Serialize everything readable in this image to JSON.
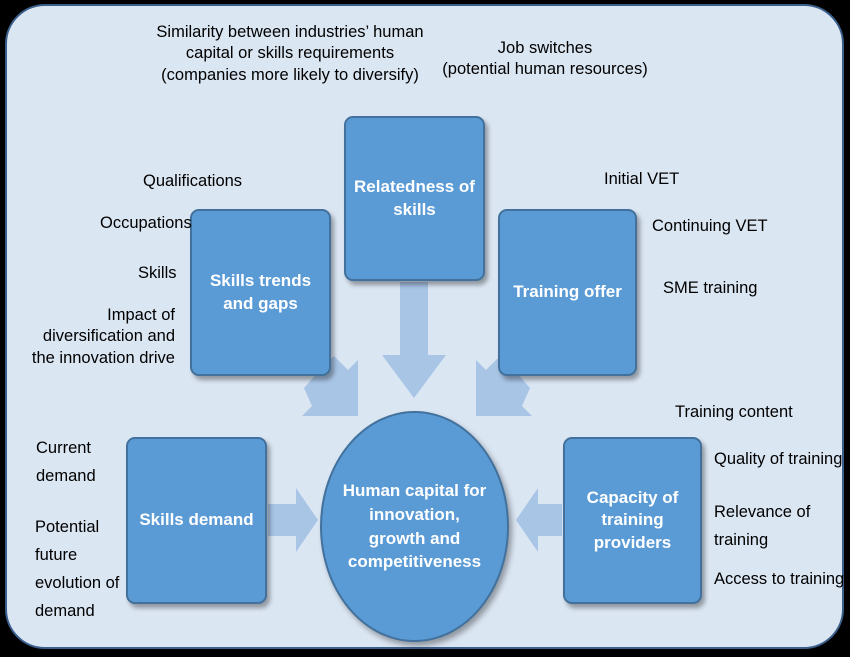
{
  "center": "Human capital for innovation, growth and competitiveness",
  "boxes": {
    "relatedness": "Relatedness of skills",
    "skills_trends": "Skills trends and gaps",
    "training_offer": "Training offer",
    "skills_demand": "Skills demand",
    "capacity": "Capacity of training providers"
  },
  "labels": {
    "similarity": [
      "Similarity between industries’ human",
      "capital or skills requirements",
      "(companies more likely to diversify)"
    ],
    "job_switches": [
      "Job switches",
      "(potential human resources)"
    ],
    "qualifications": "Qualifications",
    "occupations": "Occupations",
    "skills": "Skills",
    "impact": [
      "Impact of",
      "diversification and",
      "the innovation  drive"
    ],
    "initial_vet": "Initial VET",
    "continuing_vet": "Continuing VET",
    "sme_training": "SME training",
    "current_demand": [
      "Current",
      "demand"
    ],
    "potential_future": [
      "Potential",
      "future",
      "evolution of",
      "demand"
    ],
    "training_content": "Training content",
    "quality": "Quality of training",
    "relevance": [
      "Relevance of",
      "training"
    ],
    "access": "Access to training"
  },
  "colors": {
    "box_fill": "#5b9bd5",
    "box_border": "#41719c",
    "panel_fill": "#dbe6f3",
    "arrow_fill": "#a9c5e6",
    "background": "#000000"
  }
}
